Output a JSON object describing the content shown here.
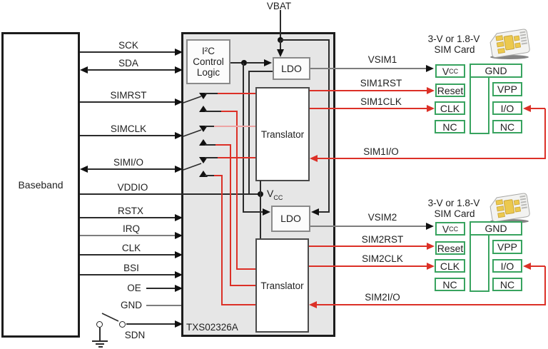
{
  "baseband": {
    "label": "Baseband",
    "signals": {
      "sck": "SCK",
      "sda": "SDA",
      "simrst": "SIMRST",
      "simclk": "SIMCLK",
      "simio": "SIMI/O",
      "vddio": "VDDIO",
      "rstx": "RSTX",
      "irq": "IRQ",
      "clk": "CLK",
      "bsi": "BSI",
      "oe": "OE",
      "gnd": "GND",
      "sdn": "SDN"
    }
  },
  "power": {
    "vbat": "VBAT"
  },
  "chip": {
    "part_number": "TXS02326A",
    "i2c_line1": "I²C",
    "i2c_line2": "Control",
    "i2c_line3": "Logic",
    "ldo_label": "LDO",
    "translator_label": "Translator",
    "vcc_main": "V",
    "vcc_sub": "CC"
  },
  "sim1": {
    "title1": "3-V or 1.8-V",
    "title2": "SIM Card",
    "vsim": "VSIM1",
    "rst": "SIM1RST",
    "clk": "SIM1CLK",
    "io": "SIM1I/O",
    "pin_vcc_main": "V",
    "pin_vcc_sub": "CC",
    "pin_reset": "Reset",
    "pin_clk": "CLK",
    "pin_nc_left": "NC",
    "pin_gnd": "GND",
    "pin_vpp": "VPP",
    "pin_io": "I/O",
    "pin_nc_right": "NC"
  },
  "sim2": {
    "title1": "3-V or 1.8-V",
    "title2": "SIM Card",
    "vsim": "VSIM2",
    "rst": "SIM2RST",
    "clk": "SIM2CLK",
    "io": "SIM2I/O",
    "pin_vcc_main": "V",
    "pin_vcc_sub": "CC",
    "pin_reset": "Reset",
    "pin_clk": "CLK",
    "pin_nc_left": "NC",
    "pin_gnd": "GND",
    "pin_vpp": "VPP",
    "pin_io": "I/O",
    "pin_nc_right": "NC"
  },
  "colors": {
    "wire_red": "#dc3027",
    "wire_red_light": "#eda4a4",
    "pin_green": "#38a35f",
    "chip_fill": "#e6e6e6",
    "wire_dark": "#2b2b2b",
    "wire_gray": "#7d7d7d"
  }
}
